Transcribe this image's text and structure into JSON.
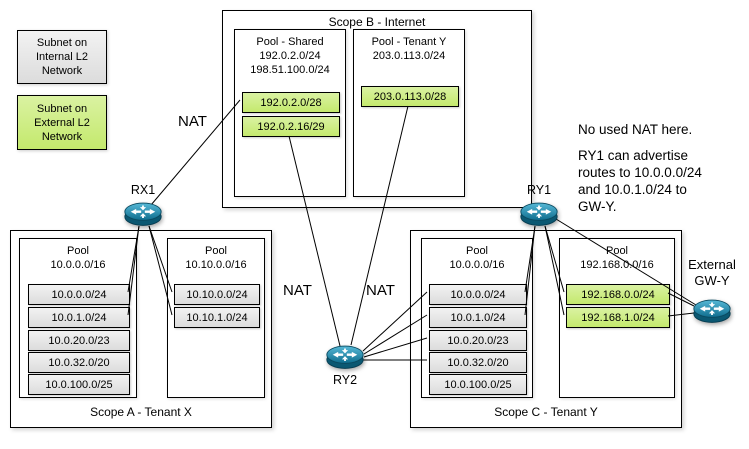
{
  "legend": {
    "internal_label": "Subnet on\nInternal L2\nNetwork",
    "external_label": "Subnet on\nExternal L2\nNetwork"
  },
  "scope_b": {
    "title": "Scope B - Internet",
    "pool_shared": {
      "title": "Pool - Shared\n192.0.2.0/24\n198.51.100.0/24",
      "subnets": [
        "192.0.2.0/28",
        "192.0.2.16/29"
      ]
    },
    "pool_tenant_y": {
      "title": "Pool - Tenant Y\n203.0.113.0/24",
      "subnets": [
        "203.0.113.0/28"
      ]
    }
  },
  "scope_a": {
    "title": "Scope A - Tenant X",
    "pool1": {
      "title": "Pool\n10.0.0.0/16",
      "subnets": [
        "10.0.0.0/24",
        "10.0.1.0/24",
        "10.0.20.0/23",
        "10.0.32.0/20",
        "10.0.100.0/25"
      ]
    },
    "pool2": {
      "title": "Pool\n10.10.0.0/16",
      "subnets": [
        "10.10.0.0/24",
        "10.10.1.0/24"
      ]
    }
  },
  "scope_c": {
    "title": "Scope C - Tenant Y",
    "pool1": {
      "title": "Pool\n10.0.0.0/16",
      "subnets": [
        "10.0.0.0/24",
        "10.0.1.0/24",
        "10.0.20.0/23",
        "10.0.32.0/20",
        "10.0.100.0/25"
      ]
    },
    "pool2": {
      "title": "Pool\n192.168.0.0/16",
      "subnets": [
        "192.168.0.0/24",
        "192.168.1.0/24"
      ]
    }
  },
  "routers": {
    "rx1": {
      "label": "RX1"
    },
    "ry1": {
      "label": "RY1"
    },
    "ry2": {
      "label": "RY2"
    },
    "gwy": {
      "label": "External\nGW-Y"
    }
  },
  "annotations": {
    "nat_rx1": "NAT",
    "nat_left": "NAT",
    "nat_right": "NAT",
    "no_nat_note": "No used NAT here.",
    "ry1_note": "RY1 can advertise\nroutes to 10.0.0.0/24\nand 10.0.1.0/24 to\nGW-Y."
  },
  "colors": {
    "internal_subnet_fill": "#e8e8e8",
    "external_subnet_fill": "#cdee7d",
    "router_fill": "#1781a3",
    "line": "#000000"
  }
}
